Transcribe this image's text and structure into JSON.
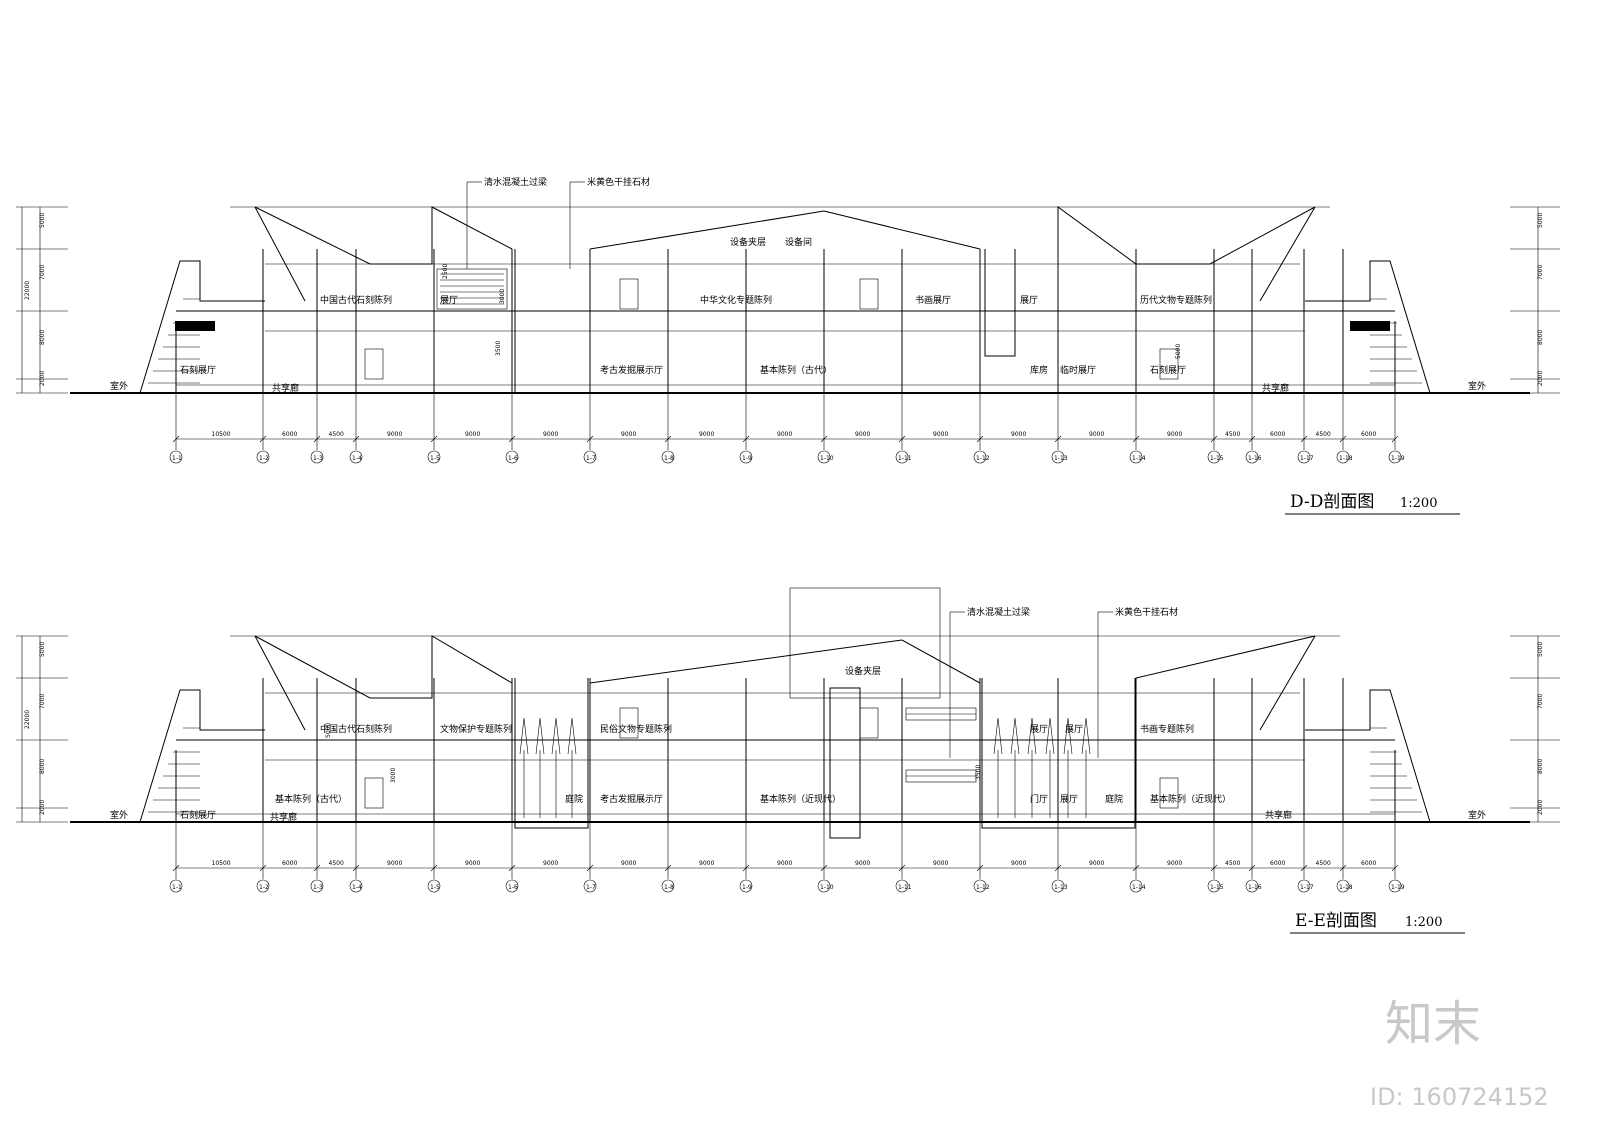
{
  "sections": [
    {
      "id": "dd",
      "title": "D-D剖面图",
      "scale": "1:200",
      "callouts": [
        "清水混凝土过梁",
        "米黄色干挂石材"
      ],
      "room_labels_upper": [
        "中国古代石刻陈列",
        "展厅",
        "中华文化专题陈列",
        "书画展厅",
        "展厅",
        "历代文物专题陈列"
      ],
      "room_labels_lower": [
        "石刻展厅",
        "考古发掘展示厅",
        "基本陈列（古代）",
        "库房",
        "临时展厅",
        "石刻展厅"
      ],
      "roof_labels": [
        "设备夹层",
        "设备间"
      ],
      "outside_labels": [
        "室外",
        "室外"
      ],
      "bottom_labels": [
        "共享廊",
        "共享廊"
      ],
      "left_dims": [
        "5000",
        "7000",
        "8000",
        "2000"
      ],
      "left_total": "22000",
      "right_dims": [
        "5000",
        "7000",
        "8000",
        "2000"
      ],
      "small_dims": [
        "2500",
        "3000",
        "3500",
        "5000"
      ],
      "bays": [
        "10500",
        "6000",
        "4500",
        "9000",
        "9000",
        "9000",
        "9000",
        "9000",
        "9000",
        "9000",
        "9000",
        "9000",
        "9000",
        "9000",
        "4500",
        "6000",
        "4500",
        "6000"
      ]
    },
    {
      "id": "ee",
      "title": "E-E剖面图",
      "scale": "1:200",
      "callouts": [
        "清水混凝土过梁",
        "米黄色干挂石材"
      ],
      "room_labels_upper": [
        "中国古代石刻陈列",
        "文物保护专题陈列",
        "民俗文物专题陈列",
        "展厅",
        "展厅",
        "书画专题陈列"
      ],
      "room_labels_lower": [
        "基本陈列（古代）",
        "考古发掘展示厅",
        "基本陈列（近现代）",
        "门厅",
        "展厅",
        "基本陈列（近现代）"
      ],
      "roof_labels": [
        "设备夹层"
      ],
      "outside_labels": [
        "室外",
        "室外"
      ],
      "bottom_labels": [
        "石刻展厅",
        "共享廊",
        "共享廊"
      ],
      "courtyard_labels": [
        "庭院",
        "庭院"
      ],
      "left_dims": [
        "5000",
        "7000",
        "8000",
        "2000"
      ],
      "left_total": "22000",
      "right_dims": [
        "5000",
        "7000",
        "8000",
        "2000"
      ],
      "small_dims": [
        "5000",
        "3000",
        "3500"
      ],
      "bays": [
        "10500",
        "6000",
        "4500",
        "9000",
        "9000",
        "9000",
        "9000",
        "9000",
        "9000",
        "9000",
        "9000",
        "9000",
        "9000",
        "9000",
        "4500",
        "6000",
        "4500",
        "6000"
      ]
    }
  ],
  "watermark": {
    "logo_text": "知末",
    "id_text": "ID: 160724152"
  }
}
